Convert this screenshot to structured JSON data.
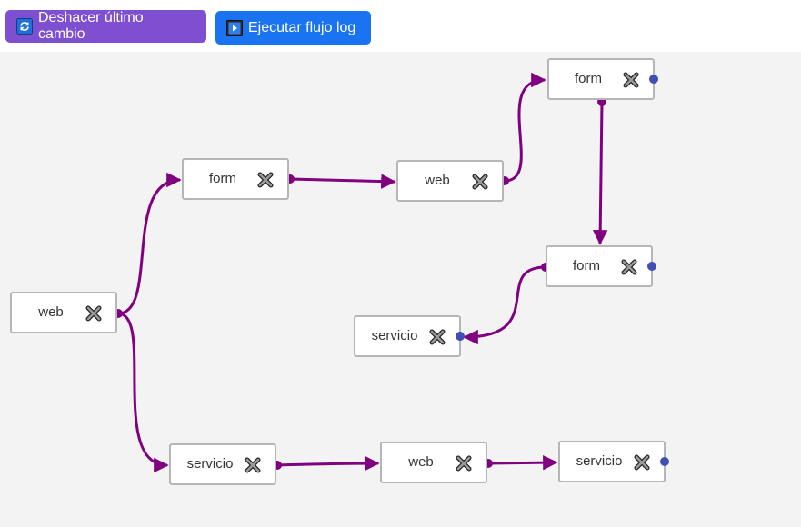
{
  "toolbar": {
    "undo_label": "Deshacer último cambio",
    "run_label": "Ejecutar flujo log",
    "undo_icon": "refresh-icon",
    "run_icon": "play-icon"
  },
  "colors": {
    "edge": "#800080",
    "port": "#3f4fb5",
    "undo_button": "#7f4fd1",
    "run_button": "#1a73f0"
  },
  "nodes": [
    {
      "id": "n1",
      "label": "web"
    },
    {
      "id": "n2",
      "label": "form"
    },
    {
      "id": "n3",
      "label": "web"
    },
    {
      "id": "n4",
      "label": "form"
    },
    {
      "id": "n5",
      "label": "form"
    },
    {
      "id": "n6",
      "label": "servicio"
    },
    {
      "id": "n7",
      "label": "servicio"
    },
    {
      "id": "n8",
      "label": "web"
    },
    {
      "id": "n9",
      "label": "servicio"
    }
  ],
  "edges": [
    {
      "from": "n1",
      "to": "n2"
    },
    {
      "from": "n1",
      "to": "n7"
    },
    {
      "from": "n2",
      "to": "n3"
    },
    {
      "from": "n3",
      "to": "n4"
    },
    {
      "from": "n4",
      "to": "n5"
    },
    {
      "from": "n5",
      "to": "n6"
    },
    {
      "from": "n7",
      "to": "n8"
    },
    {
      "from": "n8",
      "to": "n9"
    }
  ]
}
